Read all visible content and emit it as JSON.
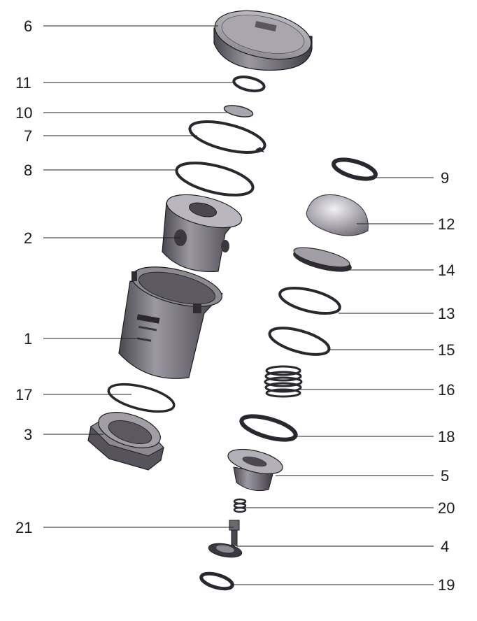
{
  "callouts": [
    {
      "id": "6",
      "side": "left"
    },
    {
      "id": "11",
      "side": "left"
    },
    {
      "id": "10",
      "side": "left"
    },
    {
      "id": "7",
      "side": "left"
    },
    {
      "id": "8",
      "side": "left"
    },
    {
      "id": "2",
      "side": "left"
    },
    {
      "id": "1",
      "side": "left"
    },
    {
      "id": "17",
      "side": "left"
    },
    {
      "id": "3",
      "side": "left"
    },
    {
      "id": "21",
      "side": "left"
    },
    {
      "id": "9",
      "side": "right"
    },
    {
      "id": "12",
      "side": "right"
    },
    {
      "id": "14",
      "side": "right"
    },
    {
      "id": "13",
      "side": "right"
    },
    {
      "id": "15",
      "side": "right"
    },
    {
      "id": "16",
      "side": "right"
    },
    {
      "id": "18",
      "side": "right"
    },
    {
      "id": "5",
      "side": "right"
    },
    {
      "id": "20",
      "side": "right"
    },
    {
      "id": "4",
      "side": "right"
    },
    {
      "id": "19",
      "side": "right"
    }
  ],
  "colors": {
    "metal_light": "#d2d0d4",
    "metal_mid": "#8d8a92",
    "metal_dark": "#4a474f",
    "outline": "#1e1e22",
    "leader_line": "#222222"
  }
}
